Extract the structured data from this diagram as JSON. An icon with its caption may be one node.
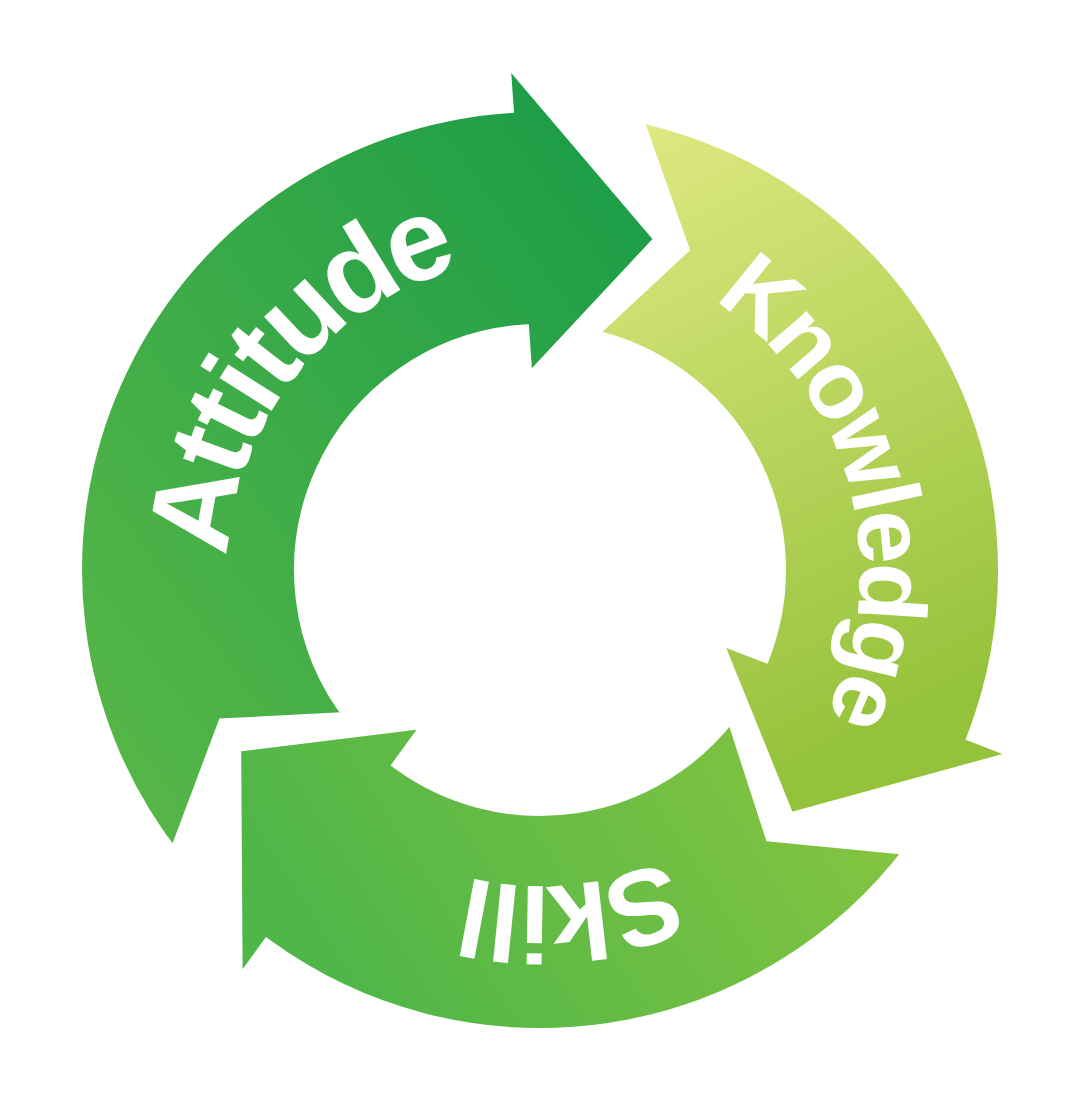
{
  "diagram": {
    "nodes": [
      {
        "text": [
          "Attitude"
        ]
      },
      {
        "text": [
          "Knowledge"
        ]
      },
      {
        "text": [
          "Skill"
        ]
      }
    ]
  }
}
